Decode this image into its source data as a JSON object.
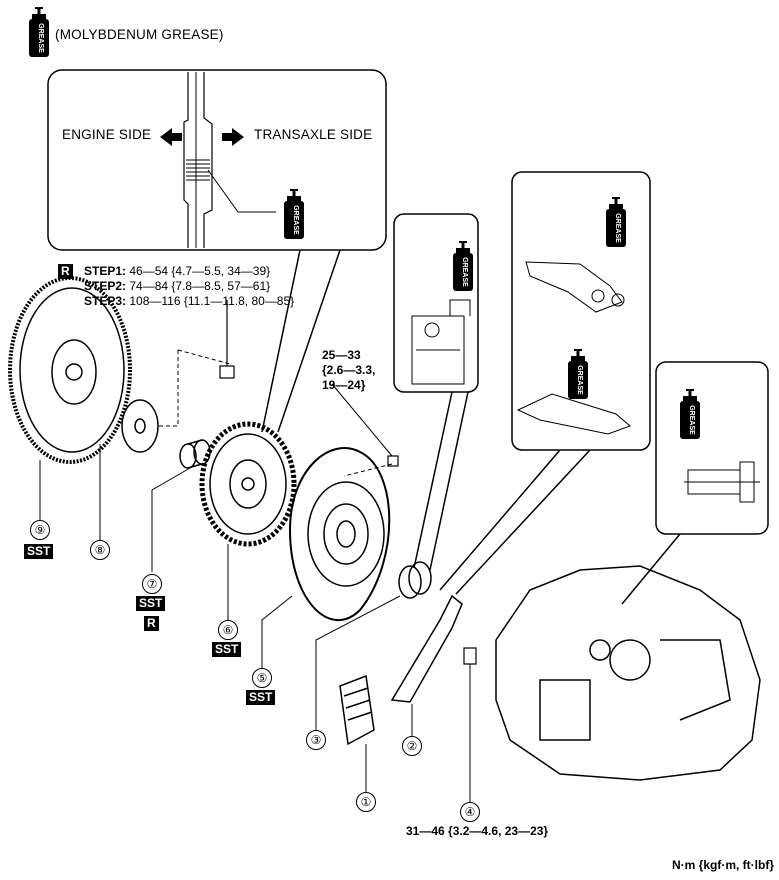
{
  "legend": {
    "grease_can_text": "GREASE",
    "label": "(MOLYBDENUM GREASE)"
  },
  "detail_top": {
    "engine_side": "ENGINE SIDE",
    "transaxle_side": "TRANSAXLE SIDE"
  },
  "torque": {
    "flywheel_bolt": {
      "badge": "R",
      "step1_label": "STEP1:",
      "step1_value": "46—54 {4.7—5.5, 34—39}",
      "step2_label": "STEP2:",
      "step2_value": "74—84 {7.8—8.5, 57—61}",
      "step3_label": "STEP3:",
      "step3_value": "108—116 {11.1—11.8, 80—85}"
    },
    "cover_bolt": {
      "line1": "25—33",
      "line2": "{2.6—3.3,",
      "line3": "19—24}"
    },
    "bolt4": "31—46 {3.2—4.6, 23—23}",
    "units": "N·m {kgf·m, ft·lbf}"
  },
  "parts": [
    {
      "number": "①"
    },
    {
      "number": "②"
    },
    {
      "number": "③"
    },
    {
      "number": "④"
    },
    {
      "number": "⑤",
      "badge": "SST"
    },
    {
      "number": "⑥",
      "badge": "SST"
    },
    {
      "number": "⑦",
      "badge": "SST",
      "badge2": "R"
    },
    {
      "number": "⑧"
    },
    {
      "number": "⑨",
      "badge": "SST"
    }
  ]
}
